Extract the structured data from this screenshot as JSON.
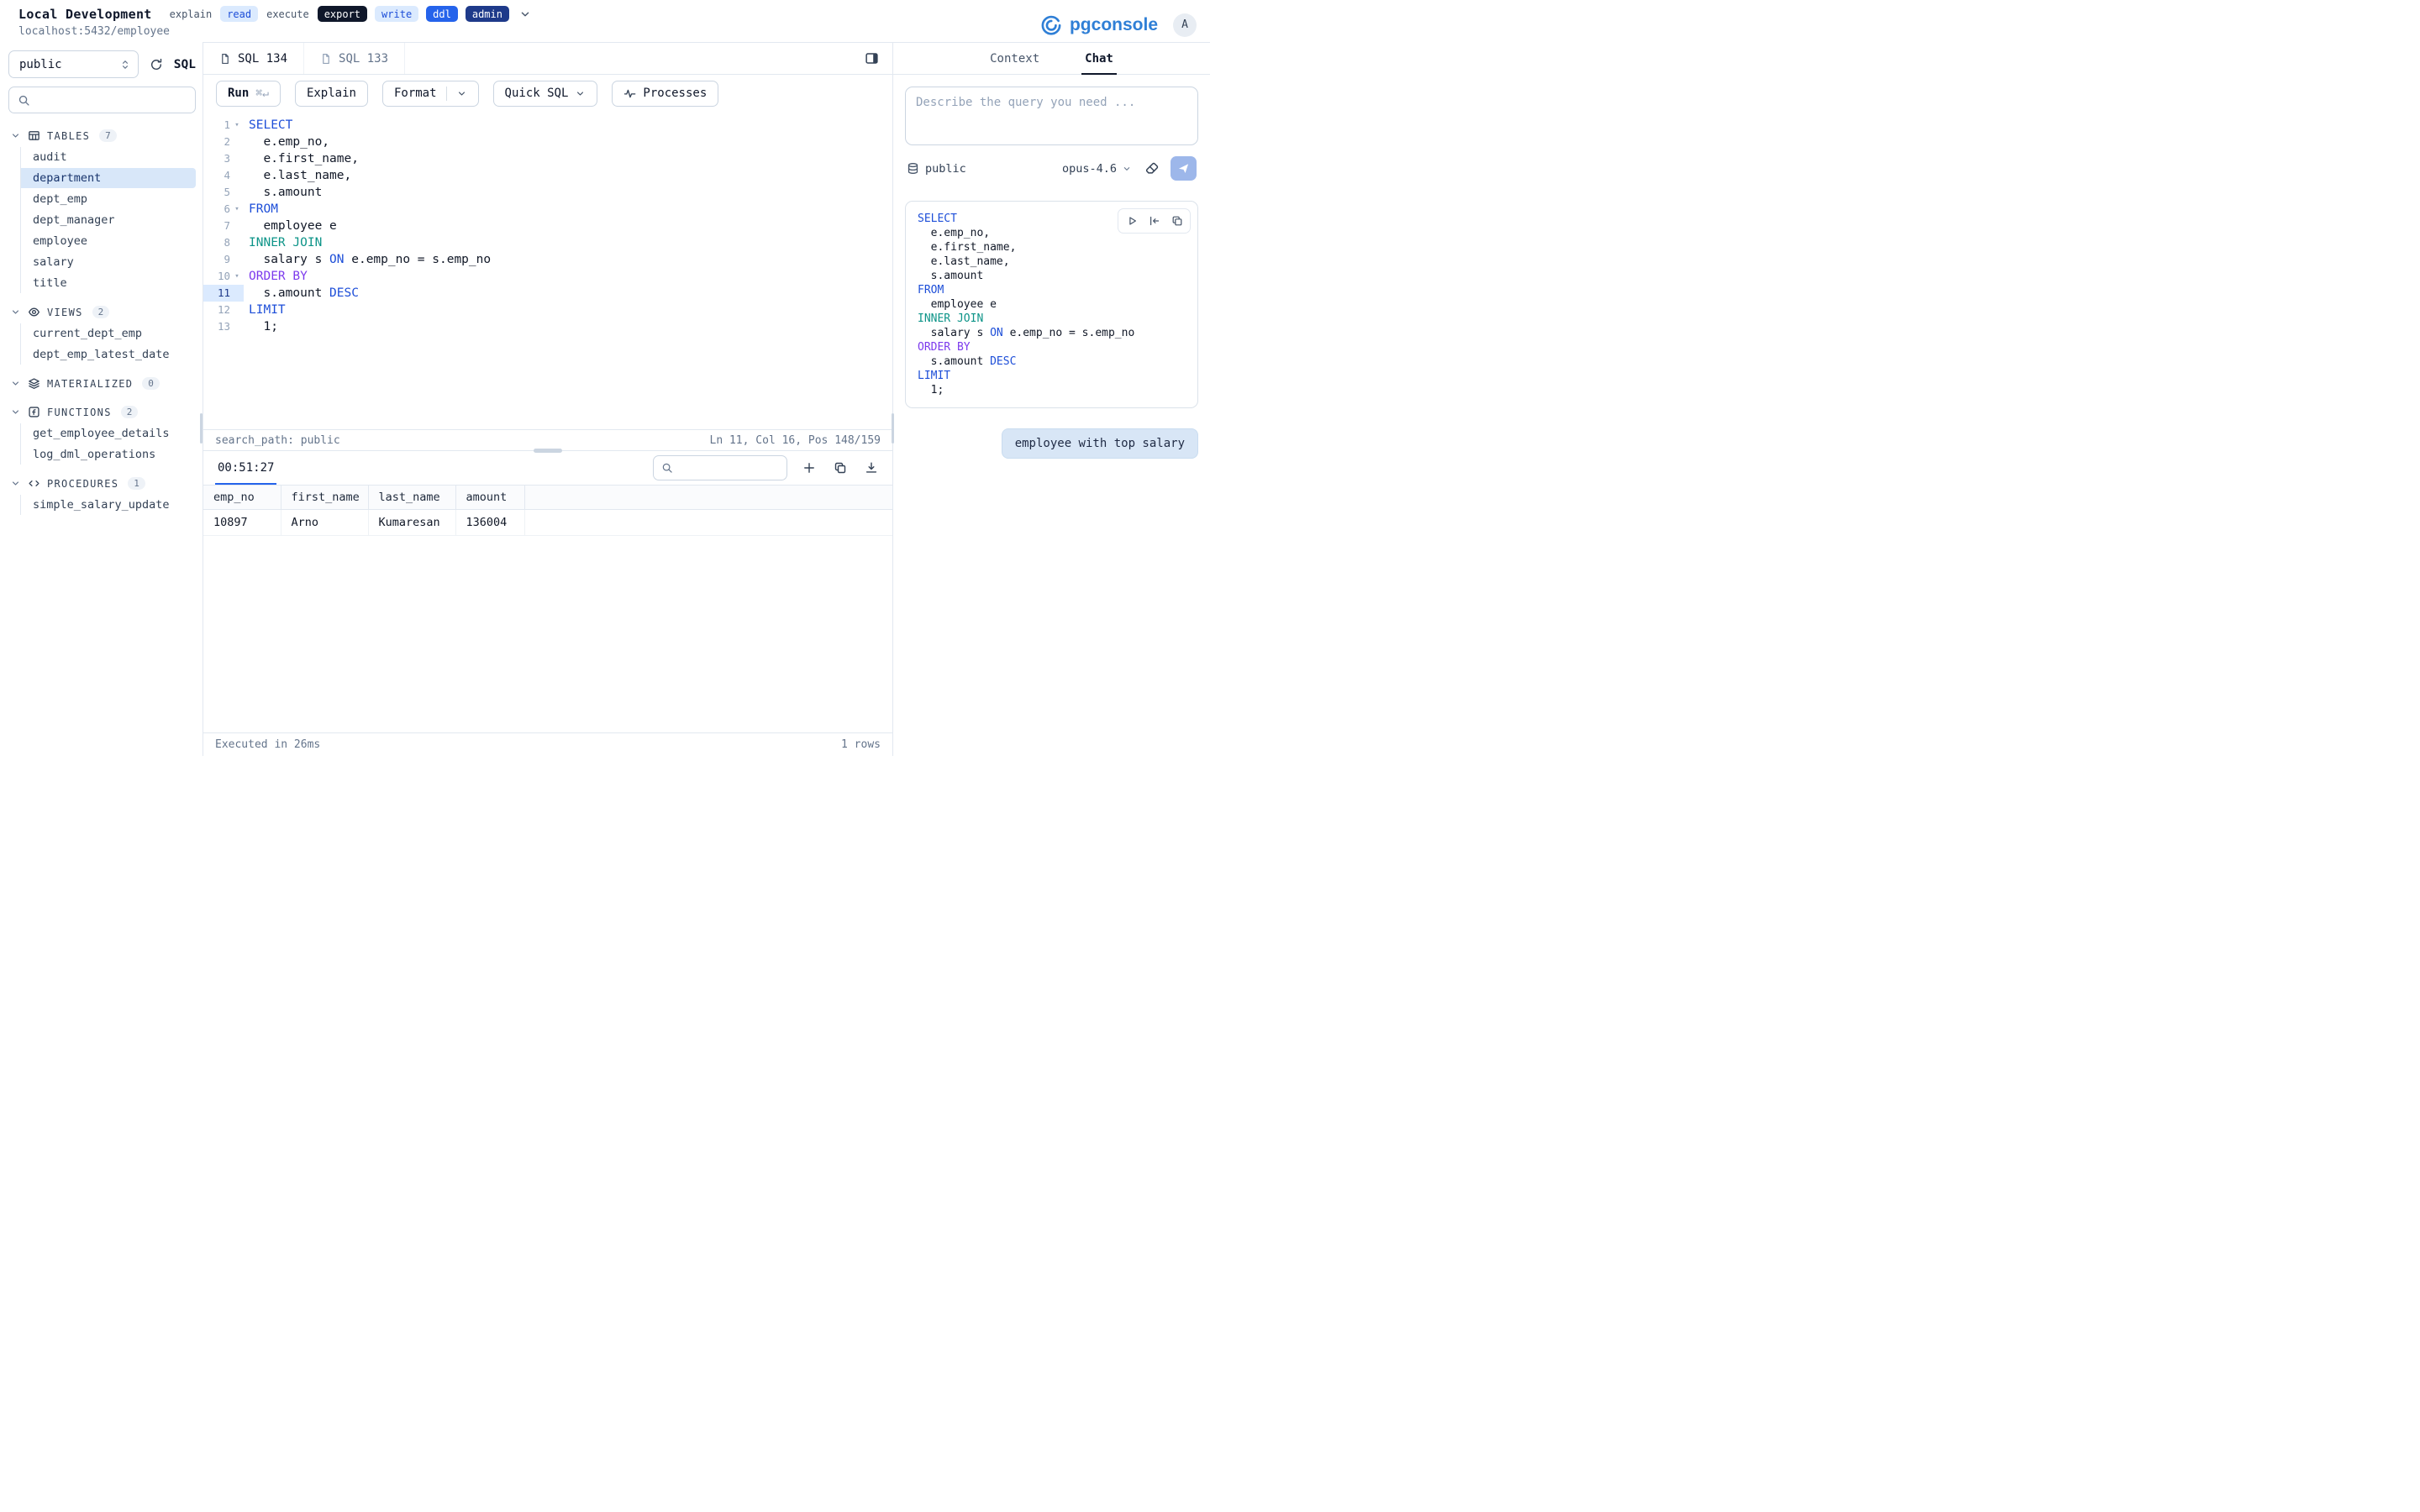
{
  "header": {
    "title": "Local Development",
    "subtitle": "localhost:5432/employee",
    "badges": [
      {
        "label": "explain",
        "variant": "plain"
      },
      {
        "label": "read",
        "variant": "light"
      },
      {
        "label": "execute",
        "variant": "plain"
      },
      {
        "label": "export",
        "variant": "dark"
      },
      {
        "label": "write",
        "variant": "light"
      },
      {
        "label": "ddl",
        "variant": "mid"
      },
      {
        "label": "admin",
        "variant": "navy"
      }
    ],
    "brand": "pgconsole",
    "avatar_initial": "A"
  },
  "sidebar": {
    "schema": "public",
    "sql_label": "SQL",
    "search_placeholder": "",
    "sections": [
      {
        "label": "TABLES",
        "count": "7",
        "icon": "table-icon",
        "items": [
          {
            "label": "audit"
          },
          {
            "label": "department",
            "selected": true
          },
          {
            "label": "dept_emp"
          },
          {
            "label": "dept_manager"
          },
          {
            "label": "employee"
          },
          {
            "label": "salary"
          },
          {
            "label": "title"
          }
        ]
      },
      {
        "label": "VIEWS",
        "count": "2",
        "icon": "eye-icon",
        "items": [
          {
            "label": "current_dept_emp"
          },
          {
            "label": "dept_emp_latest_date"
          }
        ]
      },
      {
        "label": "MATERIALIZED",
        "count": "0",
        "icon": "layers-icon",
        "items": []
      },
      {
        "label": "FUNCTIONS",
        "count": "2",
        "icon": "function-icon",
        "items": [
          {
            "label": "get_employee_details"
          },
          {
            "label": "log_dml_operations"
          }
        ]
      },
      {
        "label": "PROCEDURES",
        "count": "1",
        "icon": "code-icon",
        "items": [
          {
            "label": "simple_salary_update"
          }
        ]
      }
    ]
  },
  "editor": {
    "tabs": [
      {
        "label": "SQL 134",
        "active": true
      },
      {
        "label": "SQL 133",
        "active": false
      }
    ],
    "toolbar": {
      "run_label": "Run",
      "run_shortcut": "⌘↵",
      "explain_label": "Explain",
      "format_label": "Format",
      "quick_sql_label": "Quick SQL",
      "processes_label": "Processes"
    },
    "active_line": 11,
    "fold_lines": [
      1,
      6,
      10
    ],
    "status_left": "search_path: public",
    "status_right": "Ln 11, Col 16, Pos 148/159"
  },
  "sql_lines": [
    [
      {
        "x": "SELECT",
        "c": "kw"
      }
    ],
    [
      {
        "x": "  e.emp_no,",
        "c": "id"
      }
    ],
    [
      {
        "x": "  e.first_name,",
        "c": "id"
      }
    ],
    [
      {
        "x": "  e.last_name,",
        "c": "id"
      }
    ],
    [
      {
        "x": "  s.amount",
        "c": "id"
      }
    ],
    [
      {
        "x": "FROM",
        "c": "kw"
      }
    ],
    [
      {
        "x": "  employee e",
        "c": "id"
      }
    ],
    [
      {
        "x": "INNER JOIN",
        "c": "teal"
      }
    ],
    [
      {
        "x": "  salary s ",
        "c": "id"
      },
      {
        "x": "ON",
        "c": "kw"
      },
      {
        "x": " e.emp_no = s.emp_no",
        "c": "id"
      }
    ],
    [
      {
        "x": "ORDER BY",
        "c": "purple"
      }
    ],
    [
      {
        "x": "  s.amount ",
        "c": "id"
      },
      {
        "x": "DESC",
        "c": "kw"
      }
    ],
    [
      {
        "x": "LIMIT",
        "c": "kw"
      }
    ],
    [
      {
        "x": "  1;",
        "c": "id"
      }
    ]
  ],
  "results": {
    "timer": "00:51:27",
    "columns": [
      "emp_no",
      "first_name",
      "last_name",
      "amount"
    ],
    "rows": [
      [
        "10897",
        "Arno",
        "Kumaresan",
        "136004"
      ]
    ],
    "footer_left": "Executed in 26ms",
    "footer_right": "1 rows"
  },
  "chat": {
    "tabs": [
      {
        "label": "Context",
        "active": false
      },
      {
        "label": "Chat",
        "active": true
      }
    ],
    "input_placeholder": "Describe the query you need ...",
    "scope": "public",
    "model": "opus-4.6",
    "user_message": "employee with top salary"
  },
  "colors": {
    "accent_blue": "#2563eb",
    "keyword_blue": "#1d4ed8",
    "join_teal": "#0d9488",
    "order_purple": "#7c3aed",
    "selection_bg": "#dbeafe",
    "brand_blue": "#2f7fd6",
    "border": "#e2e8f0"
  }
}
